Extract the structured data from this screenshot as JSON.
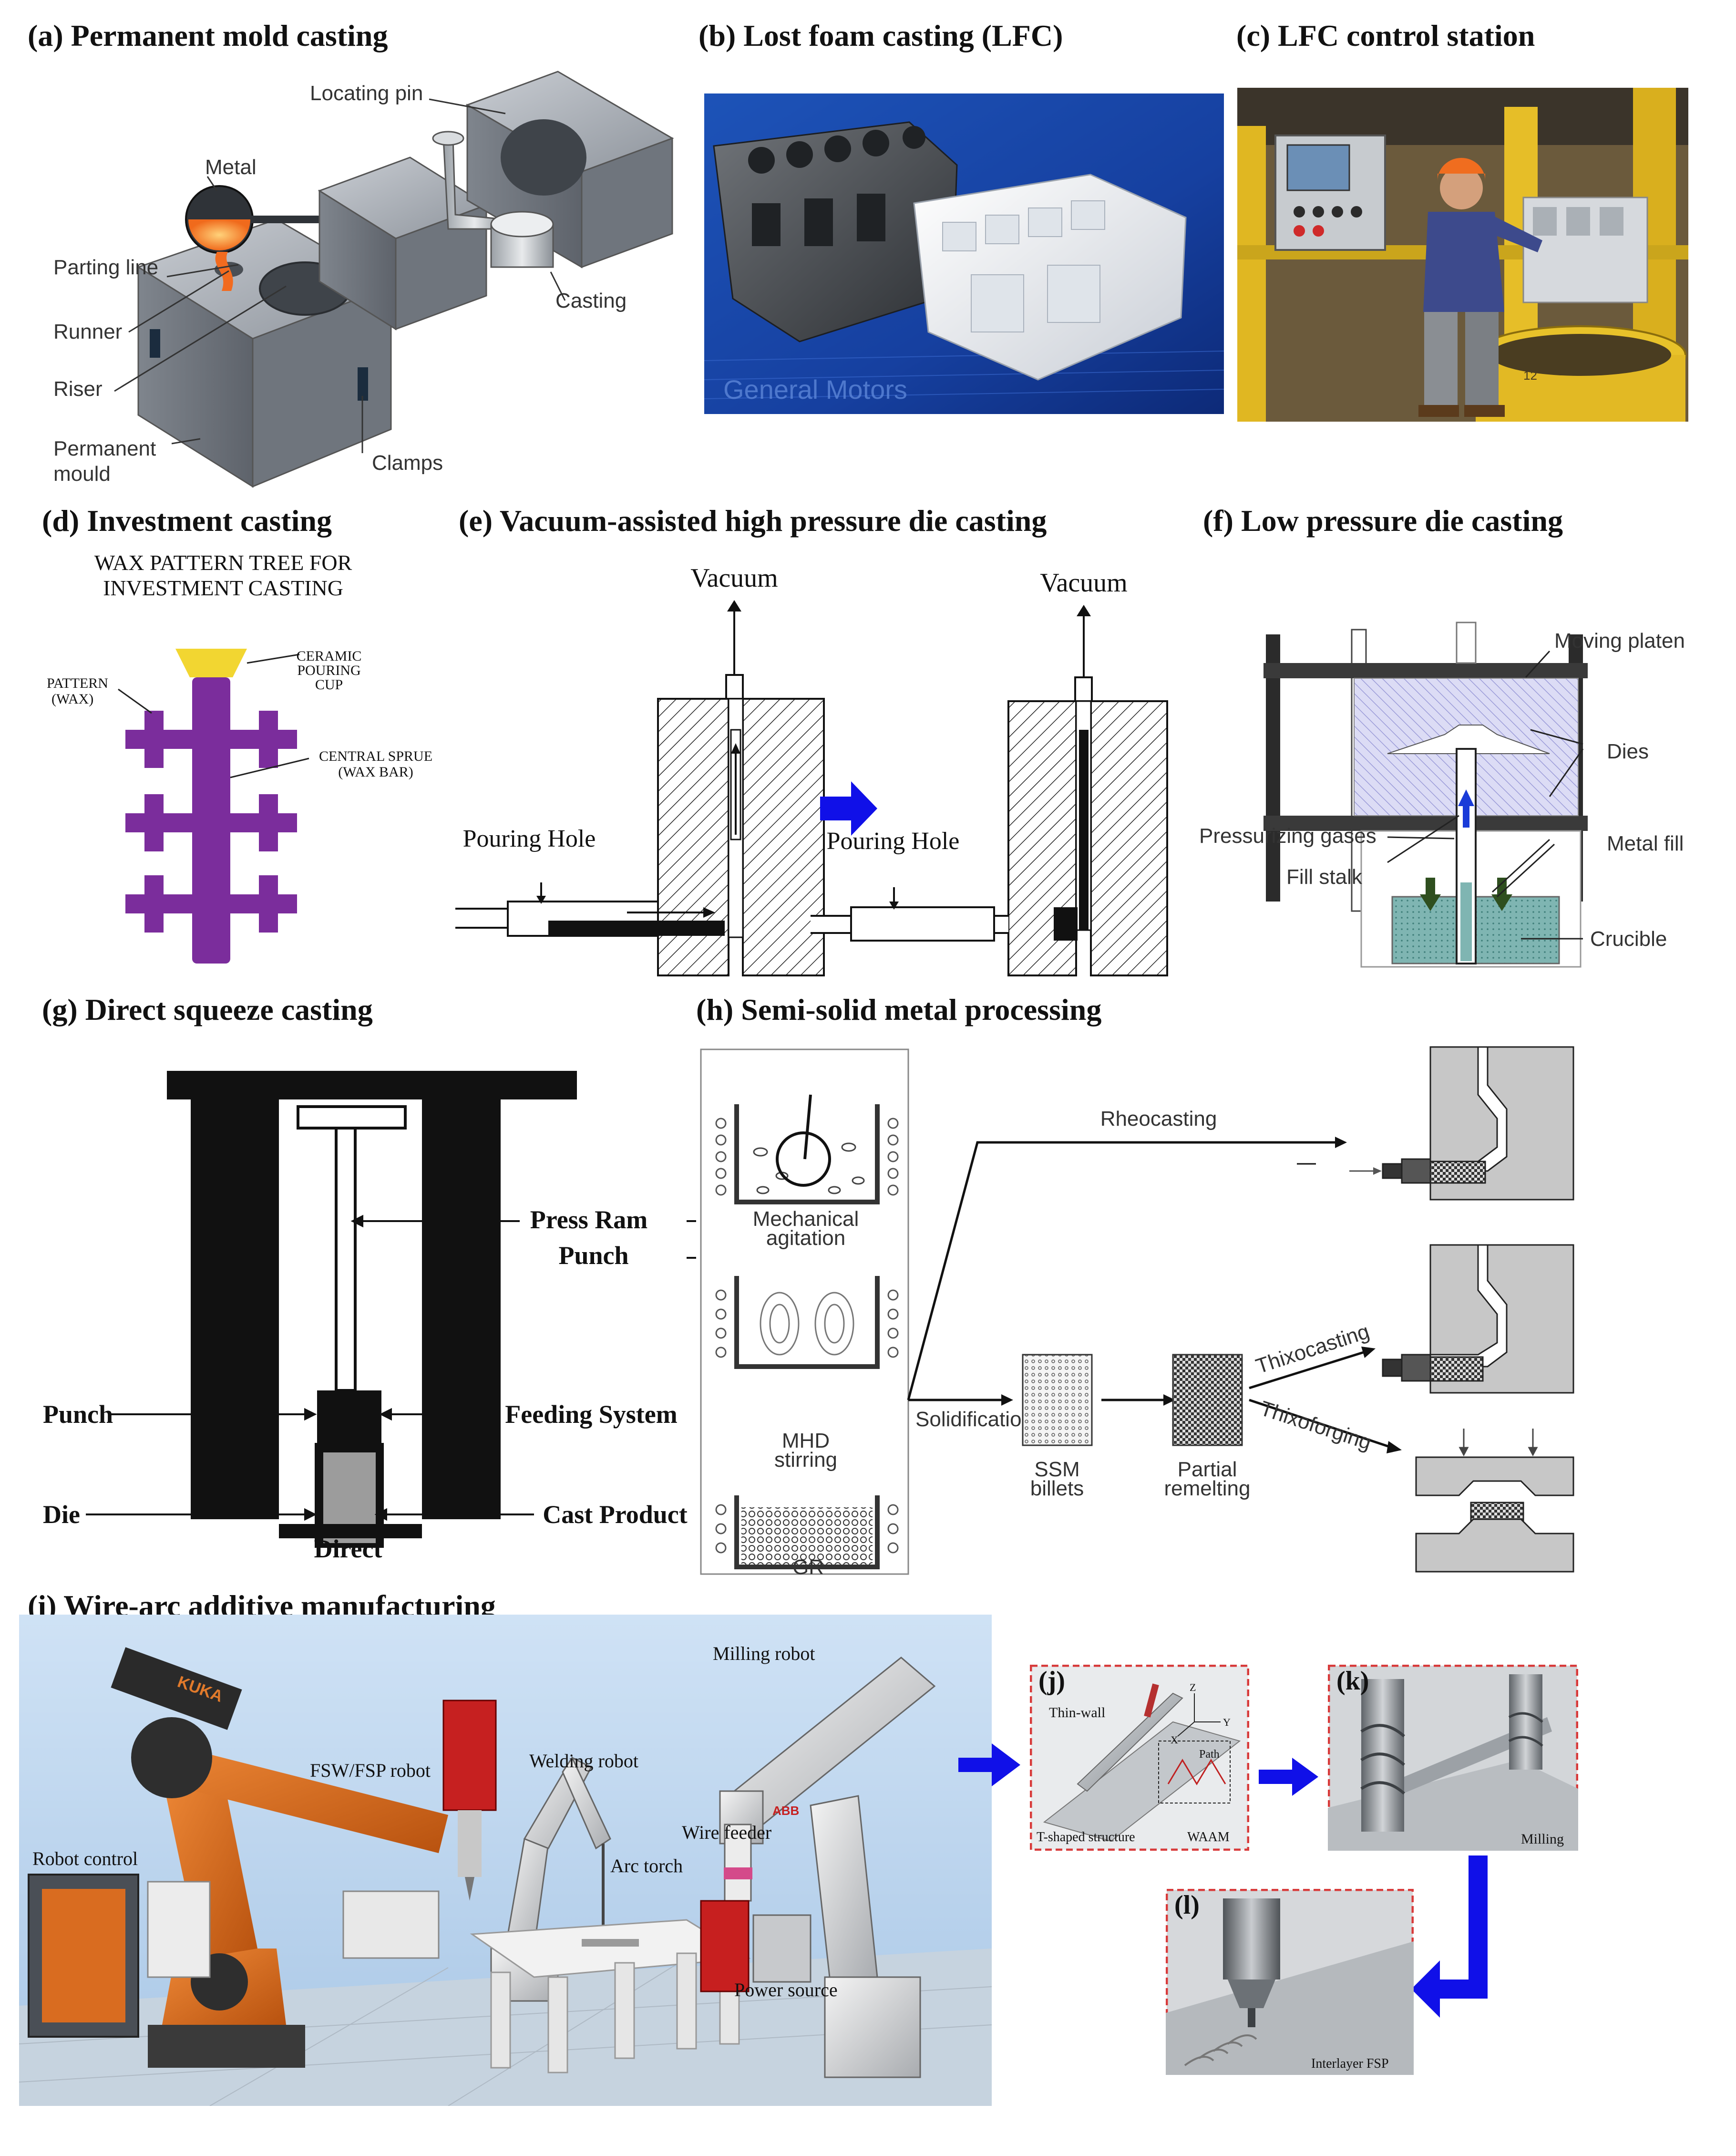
{
  "panels": {
    "a": {
      "title": "(a) Permanent mold casting",
      "labels": {
        "locating_pin": "Locating pin",
        "metal": "Metal",
        "parting_line": "Parting line",
        "runner": "Runner",
        "riser": "Riser",
        "permanent_mould_1": "Permanent",
        "permanent_mould_2": "mould",
        "casting": "Casting",
        "clamps": "Clamps"
      }
    },
    "b": {
      "title": "(b) Lost foam casting (LFC)",
      "watermark": "General Motors"
    },
    "c": {
      "title": "(c) LFC control station",
      "machine_number": "12"
    },
    "d": {
      "title": "(d) Investment casting",
      "heading_1": "WAX PATTERN TREE FOR",
      "heading_2": "INVESTMENT CASTING",
      "labels": {
        "pattern_1": "PATTERN",
        "pattern_2": "(WAX)",
        "cup_1": "CERAMIC",
        "cup_2": "POURING",
        "cup_3": "CUP",
        "sprue_1": "CENTRAL SPRUE",
        "sprue_2": "(WAX BAR)"
      }
    },
    "e": {
      "title": "(e) Vacuum-assisted high pressure die casting",
      "vacuum_left": "Vacuum",
      "vacuum_right": "Vacuum",
      "pouring_left": "Pouring Hole",
      "pouring_right": "Pouring Hole"
    },
    "f": {
      "title": "(f) Low pressure die casting",
      "labels": {
        "moving_platen": "Moving platen",
        "dies": "Dies",
        "metal_fill": "Metal fill",
        "pressurizing_gases": "Pressurizing gases",
        "fill_stalk": "Fill stalk",
        "crucible": "Crucible"
      }
    },
    "g": {
      "title": "(g) Direct squeeze casting",
      "labels": {
        "press_ram": "Press Ram",
        "punch_right": "Punch",
        "punch_left": "Punch",
        "feeding_system": "Feeding System",
        "die": "Die",
        "cast_product": "Cast Product",
        "direct": "Direct"
      }
    },
    "h": {
      "title": "(h) Semi-solid metal processing",
      "labels": {
        "mech_1": "Mechanical",
        "mech_2": "agitation",
        "mhd_1": "MHD",
        "mhd_2": "stirring",
        "gr": "GR",
        "rheocasting": "Rheocasting",
        "solidification": "Solidification",
        "ssm_1": "SSM",
        "ssm_2": "billets",
        "partial_1": "Partial",
        "partial_2": "remelting",
        "thixocasting": "Thixocasting",
        "thixoforging": "Thixoforging"
      }
    },
    "i": {
      "title": "(i) Wire-arc additive manufacturing",
      "labels": {
        "fsw_robot": "FSW/FSP robot",
        "welding_robot": "Welding robot",
        "milling_robot": "Milling robot",
        "wire_feeder": "Wire feeder",
        "arc_torch": "Arc torch",
        "robot_control": "Robot control",
        "power_source": "Power source",
        "kuka": "KUKA",
        "abb": "ABB"
      }
    },
    "j": {
      "title": "(j)",
      "labels": {
        "thin_wall": "Thin-wall",
        "t_shaped": "T-shaped structure",
        "waam": "WAAM",
        "path": "Path",
        "axis_x": "X",
        "axis_y": "Y",
        "axis_z": "Z"
      }
    },
    "k": {
      "title": "(k)",
      "milling": "Milling"
    },
    "l": {
      "title": "(l)",
      "interlayer": "Interlayer FSP"
    }
  },
  "colors": {
    "arrow_blue": "#1010e8",
    "wax_purple": "#7b2d9c",
    "cup_yellow": "#f2d631",
    "robot_orange": "#d9661a",
    "scene_blue": "#bcd6ee",
    "frame_red": "#d83b3b",
    "lpdc_die_fill": "#dcdcf5",
    "crucible_fill": "#7fb5b2",
    "fill_arrow_green": "#2f4f1f",
    "vacuum_arrow_blue": "#1a3bd8"
  }
}
